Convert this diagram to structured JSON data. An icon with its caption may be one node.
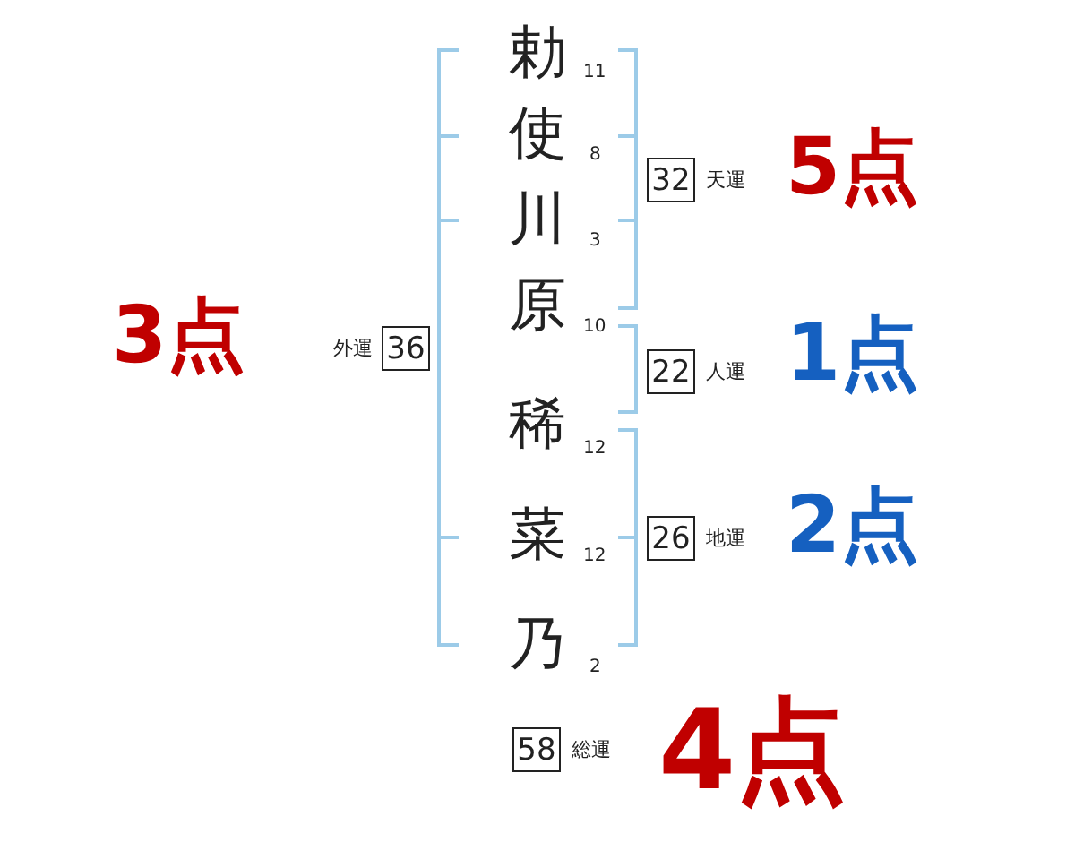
{
  "diagram": {
    "nodes": [
      {
        "text": [
          "32"
        ],
        "beside": [
          "天運"
        ]
      },
      {
        "text": [
          "22"
        ],
        "beside": [
          "人運"
        ]
      },
      {
        "text": [
          "26"
        ],
        "beside": [
          "地運"
        ]
      },
      {
        "text": [
          "36"
        ],
        "beside": [
          "外運"
        ]
      },
      {
        "text": [
          "58"
        ],
        "beside": [
          "総運"
        ]
      }
    ],
    "labels": [
      "勅",
      "11",
      "使",
      "8",
      "川",
      "3",
      "原",
      "10",
      "稀",
      "12",
      "菜",
      "12",
      "乃",
      "2",
      "5点",
      "1点",
      "2点",
      "3点",
      "4点"
    ]
  }
}
